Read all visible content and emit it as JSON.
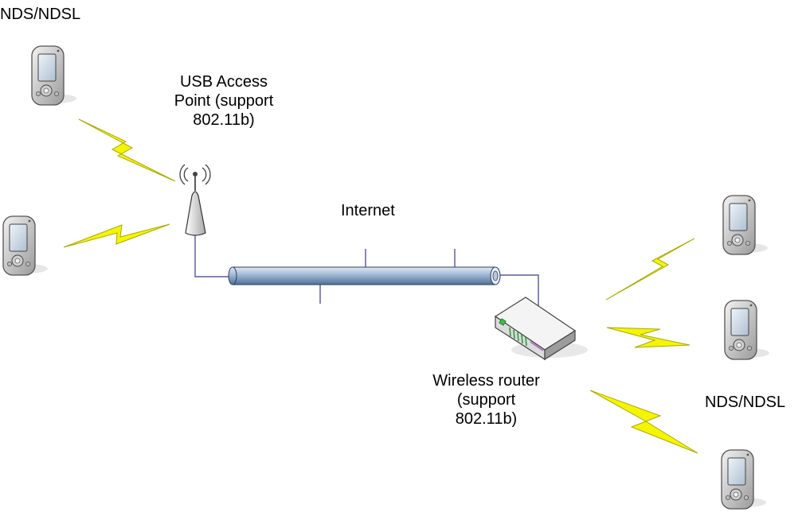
{
  "labels": {
    "nds_top": "NDS/NDSL",
    "nds_right": "NDS/NDSL",
    "internet": "Internet",
    "access_point": [
      "USB Access",
      "Point (support",
      "802.11b)"
    ],
    "router": [
      "Wireless router",
      "(support",
      "802.11b)"
    ]
  },
  "colors": {
    "bolt_fill": "#f5f500",
    "bolt_stroke": "#a8a800",
    "pipe": "#8ea9c9",
    "link": "#3a3a8c",
    "device_body": "#d4d4d4",
    "device_screen": "#c8d8e8"
  },
  "icons": [
    "handheld-device-icon",
    "access-point-antenna-icon",
    "wireless-router-icon",
    "lightning-bolt-icon",
    "network-pipe-icon"
  ]
}
